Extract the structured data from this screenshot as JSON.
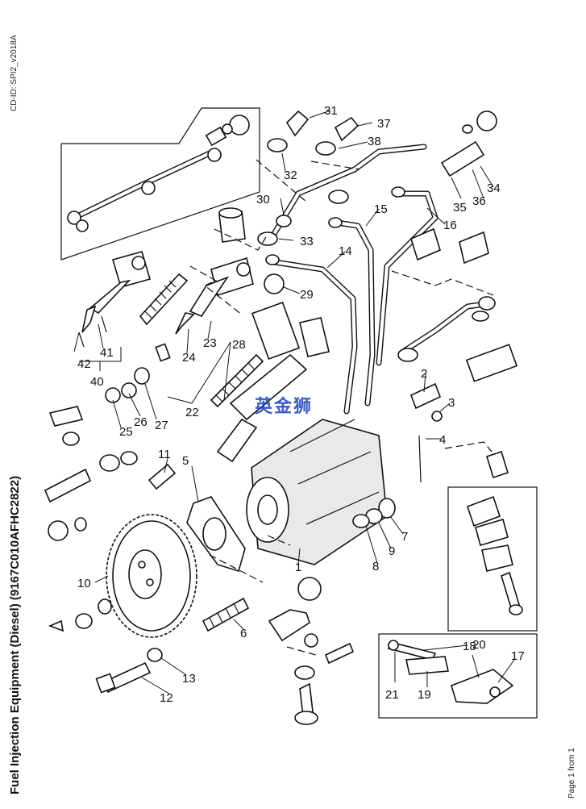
{
  "header": {
    "cd_id": "CD-ID: SPI2_v2018A",
    "title": "Fuel Injection Equipment (Diesel) (9167C010AFHC2822)",
    "page_info": "Page 1 from 1"
  },
  "watermark": "英金狮",
  "callouts": [
    "1",
    "2",
    "3",
    "4",
    "5",
    "6",
    "7",
    "8",
    "9",
    "10",
    "11",
    "12",
    "13",
    "14",
    "15",
    "16",
    "17",
    "18",
    "19",
    "20",
    "21",
    "22",
    "23",
    "24",
    "25",
    "26",
    "27",
    "28",
    "29",
    "30",
    "31",
    "32",
    "33",
    "34",
    "35",
    "36",
    "37",
    "38",
    "40",
    "41",
    "42"
  ]
}
